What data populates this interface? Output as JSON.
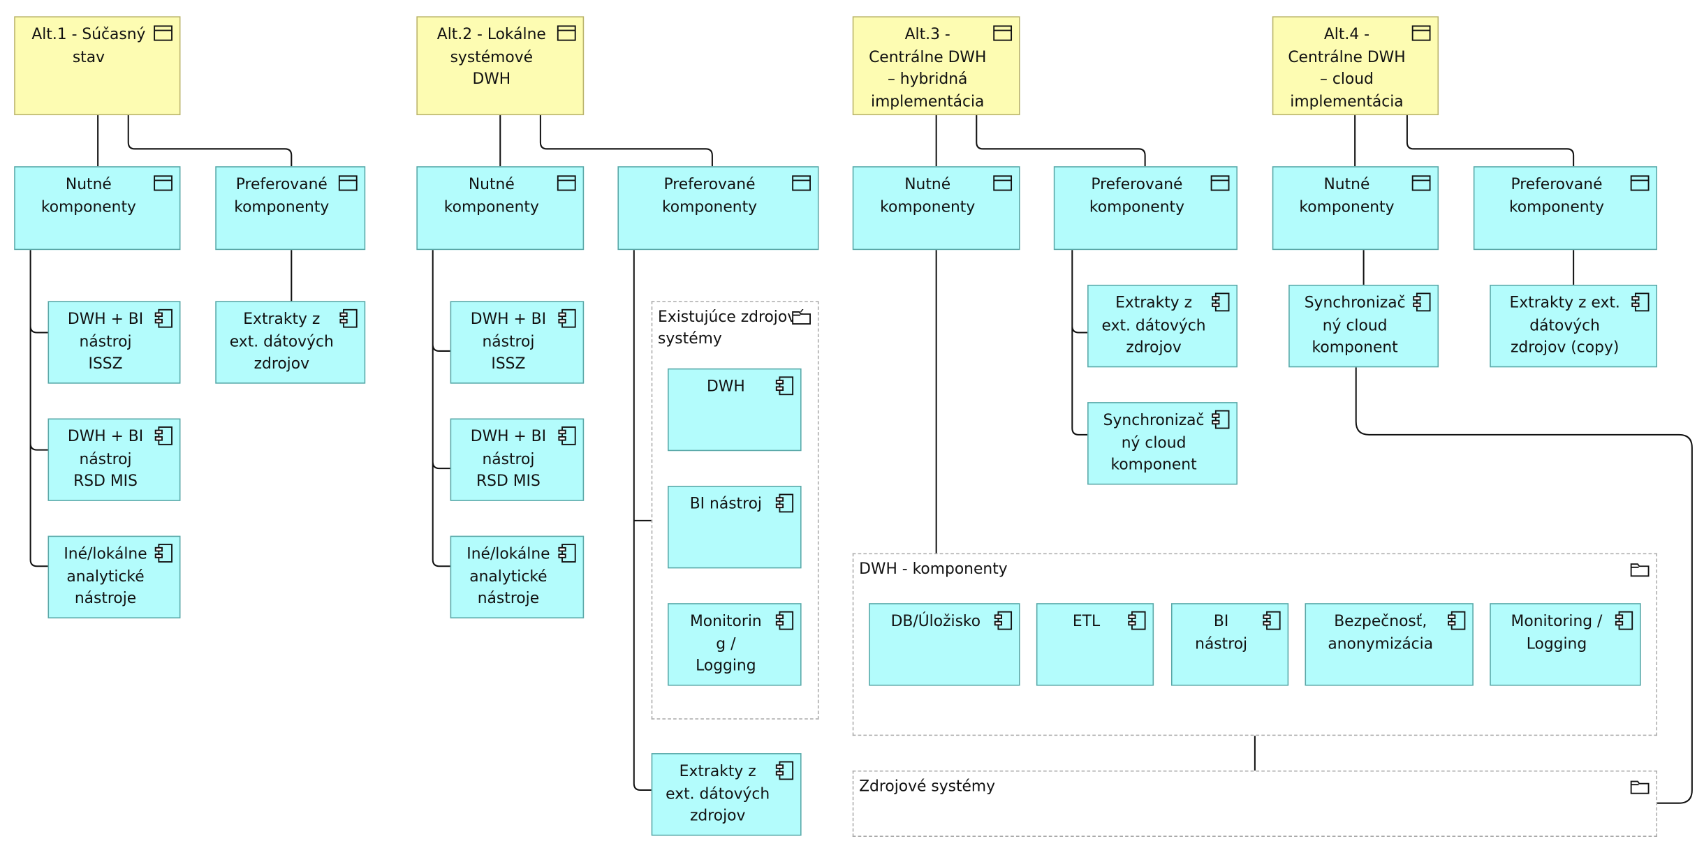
{
  "icons": {
    "capability": "capability-icon",
    "component": "component-icon",
    "grouping": "folder-icon"
  },
  "colors": {
    "capability_fill": "#fdfcb2",
    "element_fill": "#b3fcfc",
    "line": "#111111",
    "group_border": "#aaaaaa"
  },
  "alt1": {
    "title": "Alt.1 - Súčasný\nstav",
    "nutne": "Nutné\nkomponenty",
    "pref": "Preferované\nkomponenty",
    "issz": "DWH + BI\nnástroj\nISSZ",
    "rsd": "DWH + BI\nnástroj\nRSD MIS",
    "ine": "Iné/lokálne\nanalytické\nnástroje",
    "extr": "Extrakty z\next. dátových\nzdrojov"
  },
  "alt2": {
    "title": "Alt.2 - Lokálne\nsystémové\nDWH",
    "nutne": "Nutné\nkomponenty",
    "pref": "Preferované\nkomponenty",
    "issz": "DWH + BI\nnástroj\nISSZ",
    "rsd": "DWH + BI\nnástroj\nRSD MIS",
    "ine": "Iné/lokálne\nanalytické\nnástroje",
    "group": "Existujúce zdrojové\nsystémy",
    "dwh": "DWH",
    "bi": "BI nástroj",
    "mon": "Monitorin\ng /\nLogging",
    "extr": "Extrakty z\next. dátových\nzdrojov"
  },
  "alt3": {
    "title": "Alt.3 -\nCentrálne DWH\n– hybridná\nimplementácia",
    "nutne": "Nutné\nkomponenty",
    "pref": "Preferované\nkomponenty",
    "extr": "Extrakty z\next. dátových\nzdrojov",
    "sync": "Synchronizač\nný cloud\nkomponent"
  },
  "alt4": {
    "title": "Alt.4 -\nCentrálne DWH\n– cloud\nimplementácia",
    "nutne": "Nutné\nkomponenty",
    "pref": "Preferované\nkomponenty",
    "sync": "Synchronizač\nný cloud\nkomponent",
    "extr": "Extrakty z ext.\ndátových\nzdrojov (copy)"
  },
  "dwh_group": {
    "title": "DWH - komponenty",
    "db": "DB/Úložisko",
    "etl": "ETL",
    "bi": "BI\nnástroj",
    "sec": "Bezpečnosť,\nanonymizácia",
    "mon": "Monitoring /\nLogging"
  },
  "zdroj_group": {
    "title": "Zdrojové systémy"
  }
}
